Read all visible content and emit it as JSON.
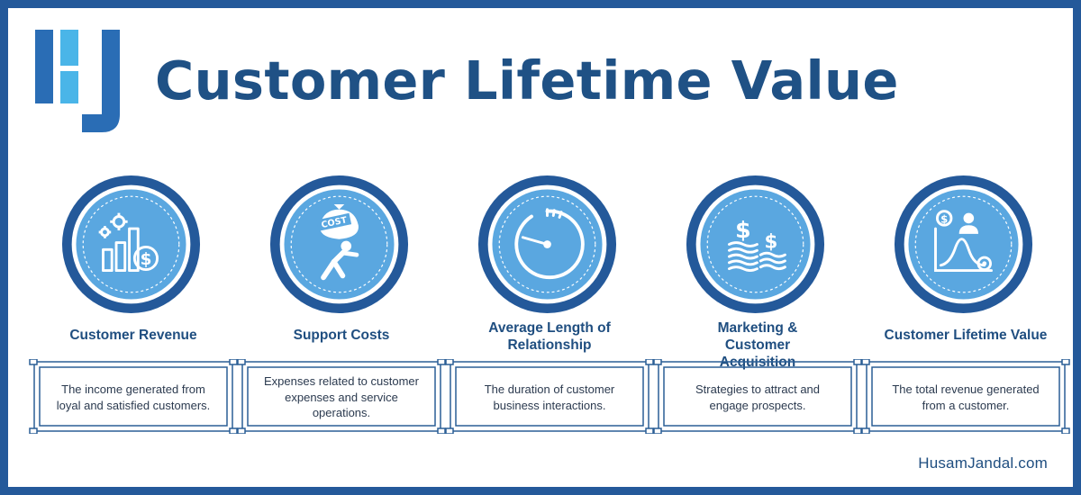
{
  "header": {
    "title": "Customer Lifetime Value"
  },
  "cards": [
    {
      "label": "Customer Revenue",
      "description": "The income generated from loyal and satisfied customers.",
      "icon": "revenue-chart-icon"
    },
    {
      "label": "Support Costs",
      "description": "Expenses related to customer expenses and service operations.",
      "icon": "cost-bag-icon"
    },
    {
      "label": "Average Length of Relationship",
      "description": "The duration of customer business interactions.",
      "icon": "timer-gauge-icon"
    },
    {
      "label": "Marketing & Customer Acquisition",
      "description": "Strategies to attract and engage prospects.",
      "icon": "money-stacks-icon"
    },
    {
      "label": "Customer Lifetime Value",
      "description": "The total revenue generated from a customer.",
      "icon": "value-curve-icon"
    }
  ],
  "footer": {
    "brand": "HusamJandal.com"
  },
  "colors": {
    "frame": "#24599a",
    "title": "#1f5185",
    "circle_outer": "#24599a",
    "circle_inner": "#5aa7e0",
    "logo_dark": "#2a6db5",
    "logo_light": "#4ab5e8"
  }
}
